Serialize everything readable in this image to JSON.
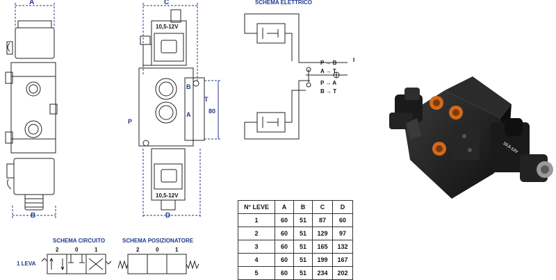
{
  "front_view": {
    "dim_top": "A",
    "dim_bottom": "B"
  },
  "side_view": {
    "dim_top": "C",
    "dim_bottom": "D",
    "dim_height": "80",
    "port_b": "B",
    "port_a": "A",
    "port_t": "T",
    "port_p": "P",
    "coil_top_label": "10,5-12V",
    "coil_bottom_label": "10,5-12V"
  },
  "electrical": {
    "title": "SCHEMA ELETTRICO",
    "terminal": "I",
    "rows": [
      "P → B",
      "A → T",
      "P → A",
      "B → T"
    ]
  },
  "circuit": {
    "title": "SCHEMA CIRCUITO",
    "positions": [
      "2",
      "0",
      "1"
    ],
    "lever_label": "1 LEVA"
  },
  "positioner": {
    "title": "SCHEMA POSIZIONATORE",
    "positions": [
      "2",
      "0",
      "1"
    ]
  },
  "table": {
    "headers": [
      "N° LEVE",
      "A",
      "B",
      "C",
      "D"
    ],
    "rows": [
      [
        "1",
        "60",
        "51",
        "87",
        "60"
      ],
      [
        "2",
        "60",
        "51",
        "129",
        "97"
      ],
      [
        "3",
        "60",
        "51",
        "165",
        "132"
      ],
      [
        "4",
        "60",
        "51",
        "199",
        "167"
      ],
      [
        "5",
        "60",
        "51",
        "234",
        "202"
      ]
    ]
  },
  "photo": {
    "coil_label": "10,5-12V"
  },
  "colors": {
    "accent_blue": "#1f3a8a",
    "line": "#333333",
    "valve_body": "#1c1c1c",
    "port_orange": "#d2691e"
  }
}
